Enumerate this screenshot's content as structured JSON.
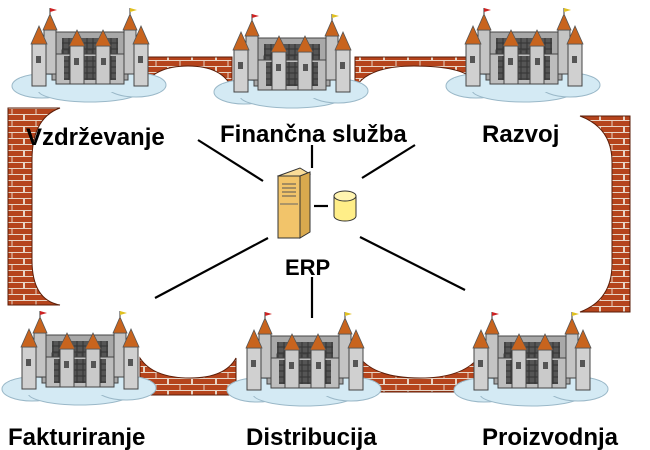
{
  "diagram": {
    "center_label": "ERP",
    "departments": [
      "Vzdrževanje",
      "Finančna služba",
      "Razvoj",
      "Fakturiranje",
      "Distribucija",
      "Proizvodnja"
    ],
    "colors": {
      "brick": "#b5441c",
      "mortar": "#e8d4c4",
      "castle_wall": "#bdbdbd",
      "castle_dark": "#6b6b6b",
      "roof": "#c8641e",
      "cloud": "#d4eaf4",
      "server": "#f2c46a",
      "database": "#ffee88"
    },
    "icons": [
      "castle-icon",
      "server-icon",
      "database-icon",
      "brick-wall"
    ]
  }
}
